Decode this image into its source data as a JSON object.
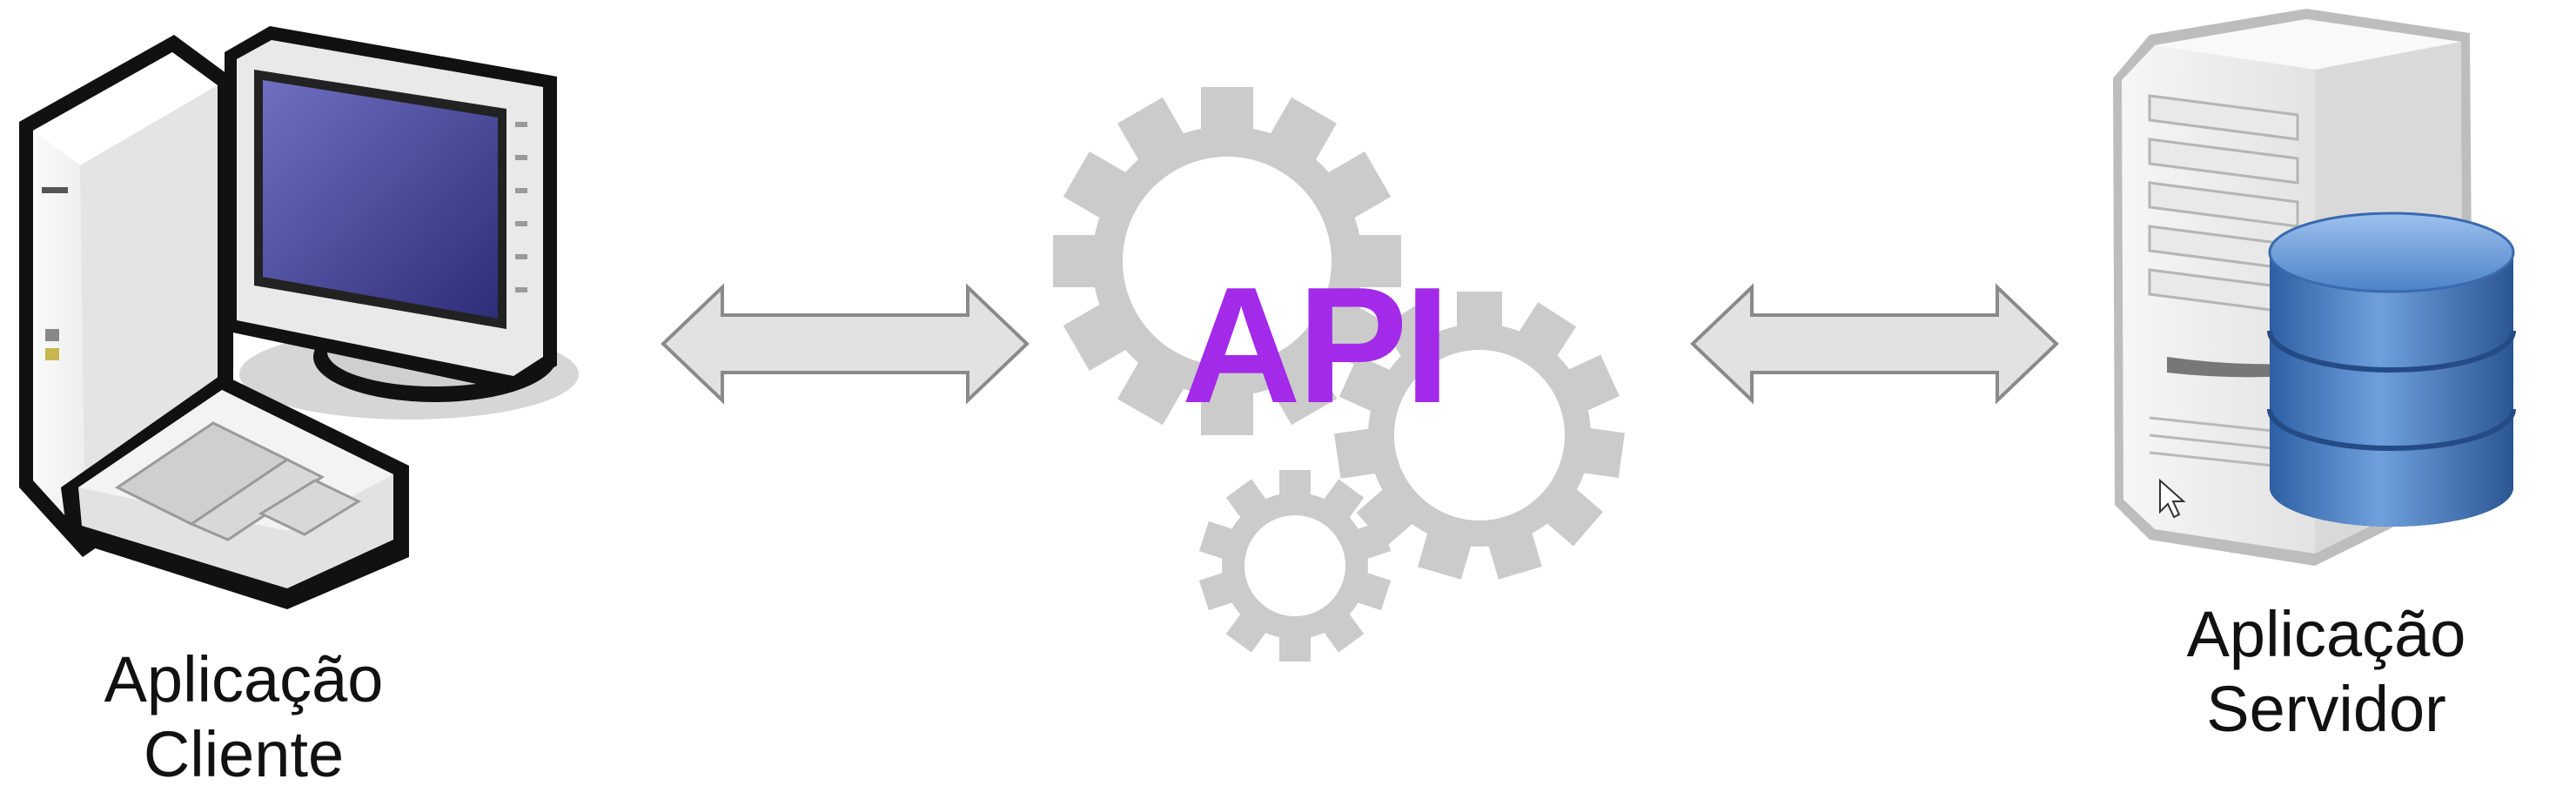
{
  "diagram": {
    "client": {
      "icon": "desktop-computer-icon",
      "label_line1": "Aplicação",
      "label_line2": "Cliente"
    },
    "api": {
      "icon": "gears-icon",
      "label": "API"
    },
    "server": {
      "icon": "server-database-icon",
      "label_line1": "Aplicação",
      "label_line2": "Servidor"
    },
    "connectors": [
      "client-api",
      "api-server"
    ],
    "colors": {
      "api_text": "#a22ae8",
      "gears": "#c9c9c9",
      "arrows": "#dedede",
      "database": "#3f78c0",
      "screen": "#4b4a9e"
    }
  }
}
